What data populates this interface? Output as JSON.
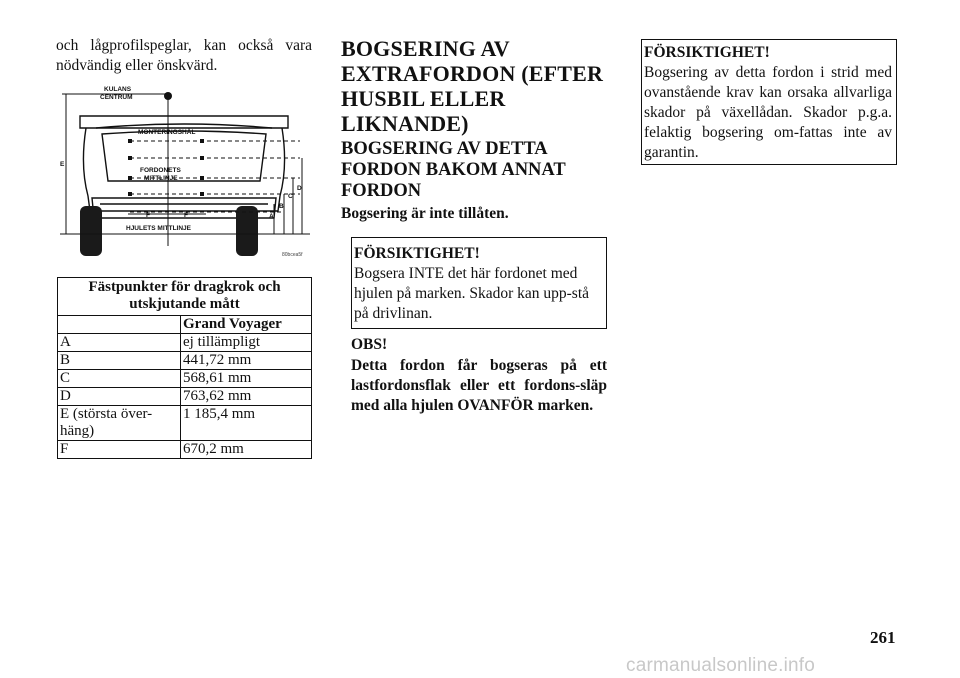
{
  "intro_text": "och lågprofilspeglar, kan också vara nödvändig eller önskvärd.",
  "diagram": {
    "label_kulans": "KULANS",
    "label_centrum": "CENTRUM",
    "label_monteringshal": "MONTERINGSHÅL",
    "label_fordonets": "FORDONETS",
    "label_mittlinje": "MITTLINJE",
    "label_hjulets": "HJULETS MITTLINJE",
    "label_f1": "F",
    "label_f2": "F",
    "label_a": "A",
    "label_b": "B",
    "label_c": "C",
    "label_d": "D",
    "label_e": "E",
    "code": "80bcea5f"
  },
  "table": {
    "caption": "Fästpunkter för dragkrok och utskjutande mått",
    "column_header": "Grand Voyager",
    "rows": [
      {
        "label": "A",
        "value": "ej tillämpligt"
      },
      {
        "label": "B",
        "value": "441,72 mm"
      },
      {
        "label": "C",
        "value": "568,61 mm"
      },
      {
        "label": "D",
        "value": "763,62 mm"
      },
      {
        "label": "E (största över-häng)",
        "value": "1 185,4 mm"
      },
      {
        "label": "F",
        "value": "670,2 mm"
      }
    ]
  },
  "heading_main": "BOGSERING AV EXTRAFORDON (EFTER HUSBIL ELLER LIKNANDE)",
  "heading_sub": "BOGSERING AV DETTA FORDON BAKOM ANNAT FORDON",
  "not_allowed": "Bogsering är inte tillåten.",
  "caution1": {
    "title": "FÖRSIKTIGHET!",
    "text": "Bogsera INTE det här fordonet med hjulen på marken. Skador kan upp-stå på drivlinan."
  },
  "obs_title": "OBS!",
  "obs_text": "Detta fordon får bogseras på ett lastfordonsflak eller ett fordons-släp med alla hjulen OVANFÖR marken.",
  "caution2": {
    "title": "FÖRSIKTIGHET!",
    "text": "Bogsering av detta fordon i strid med ovanstående krav kan orsaka allvarliga skador på växellådan. Skador p.g.a. felaktig bogsering om-fattas inte av garantin."
  },
  "page_number": "261",
  "watermark": "carmanualsonline.info"
}
